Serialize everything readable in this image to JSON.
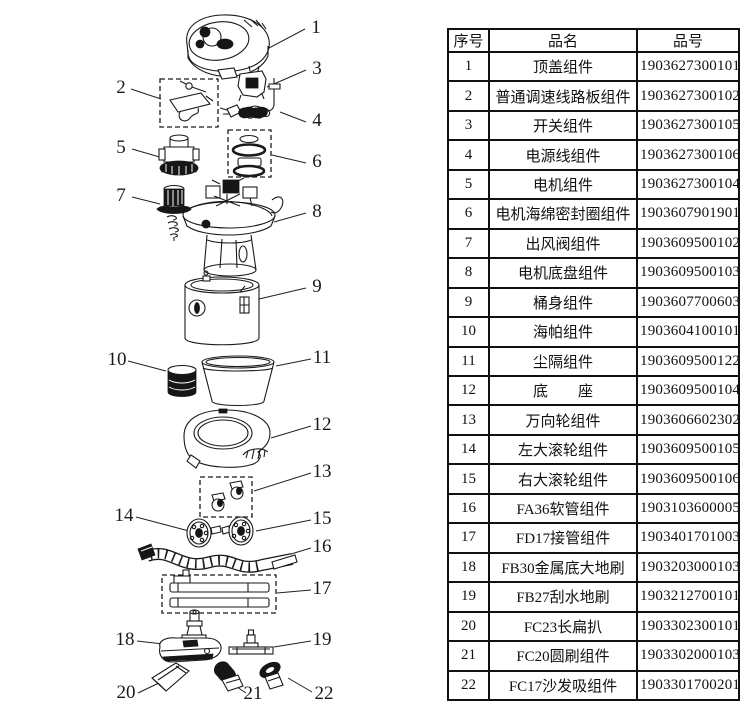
{
  "diagram": {
    "callouts": [
      {
        "num": "1"
      },
      {
        "num": "2"
      },
      {
        "num": "3"
      },
      {
        "num": "4"
      },
      {
        "num": "5"
      },
      {
        "num": "6"
      },
      {
        "num": "7"
      },
      {
        "num": "8"
      },
      {
        "num": "9"
      },
      {
        "num": "10"
      },
      {
        "num": "11"
      },
      {
        "num": "12"
      },
      {
        "num": "13"
      },
      {
        "num": "14"
      },
      {
        "num": "15"
      },
      {
        "num": "16"
      },
      {
        "num": "17"
      },
      {
        "num": "18"
      },
      {
        "num": "19"
      },
      {
        "num": "20"
      },
      {
        "num": "21"
      },
      {
        "num": "22"
      }
    ]
  },
  "table": {
    "headers": [
      "序号",
      "品名",
      "品号"
    ],
    "rows": [
      {
        "no": "1",
        "name": "顶盖组件",
        "code": "1903627300101"
      },
      {
        "no": "2",
        "name": "普通调速线路板组件",
        "code": "1903627300102"
      },
      {
        "no": "3",
        "name": "开关组件",
        "code": "1903627300105"
      },
      {
        "no": "4",
        "name": "电源线组件",
        "code": "1903627300106"
      },
      {
        "no": "5",
        "name": "电机组件",
        "code": "1903627300104"
      },
      {
        "no": "6",
        "name": "电机海绵密封圈组件",
        "code": "1903607901901"
      },
      {
        "no": "7",
        "name": "出风阀组件",
        "code": "1903609500102"
      },
      {
        "no": "8",
        "name": "电机底盘组件",
        "code": "1903609500103"
      },
      {
        "no": "9",
        "name": "桶身组件",
        "code": "1903607700603"
      },
      {
        "no": "10",
        "name": "海帕组件",
        "code": "1903604100101"
      },
      {
        "no": "11",
        "name": "尘隔组件",
        "code": "1903609500122"
      },
      {
        "no": "12",
        "name": "底　　座",
        "code": "1903609500104"
      },
      {
        "no": "13",
        "name": "万向轮组件",
        "code": "1903606602302"
      },
      {
        "no": "14",
        "name": "左大滚轮组件",
        "code": "1903609500105"
      },
      {
        "no": "15",
        "name": "右大滚轮组件",
        "code": "1903609500106"
      },
      {
        "no": "16",
        "name": "FA36软管组件",
        "code": "1903103600005"
      },
      {
        "no": "17",
        "name": "FD17接管组件",
        "code": "1903401701003"
      },
      {
        "no": "18",
        "name": "FB30金属底大地刷",
        "code": "1903203000103"
      },
      {
        "no": "19",
        "name": "FB27刮水地刷",
        "code": "1903212700101"
      },
      {
        "no": "20",
        "name": "FC23长扁扒",
        "code": "1903302300101"
      },
      {
        "no": "21",
        "name": "FC20圆刷组件",
        "code": "1903302000103"
      },
      {
        "no": "22",
        "name": "FC17沙发吸组件",
        "code": "1903301700201"
      }
    ]
  }
}
